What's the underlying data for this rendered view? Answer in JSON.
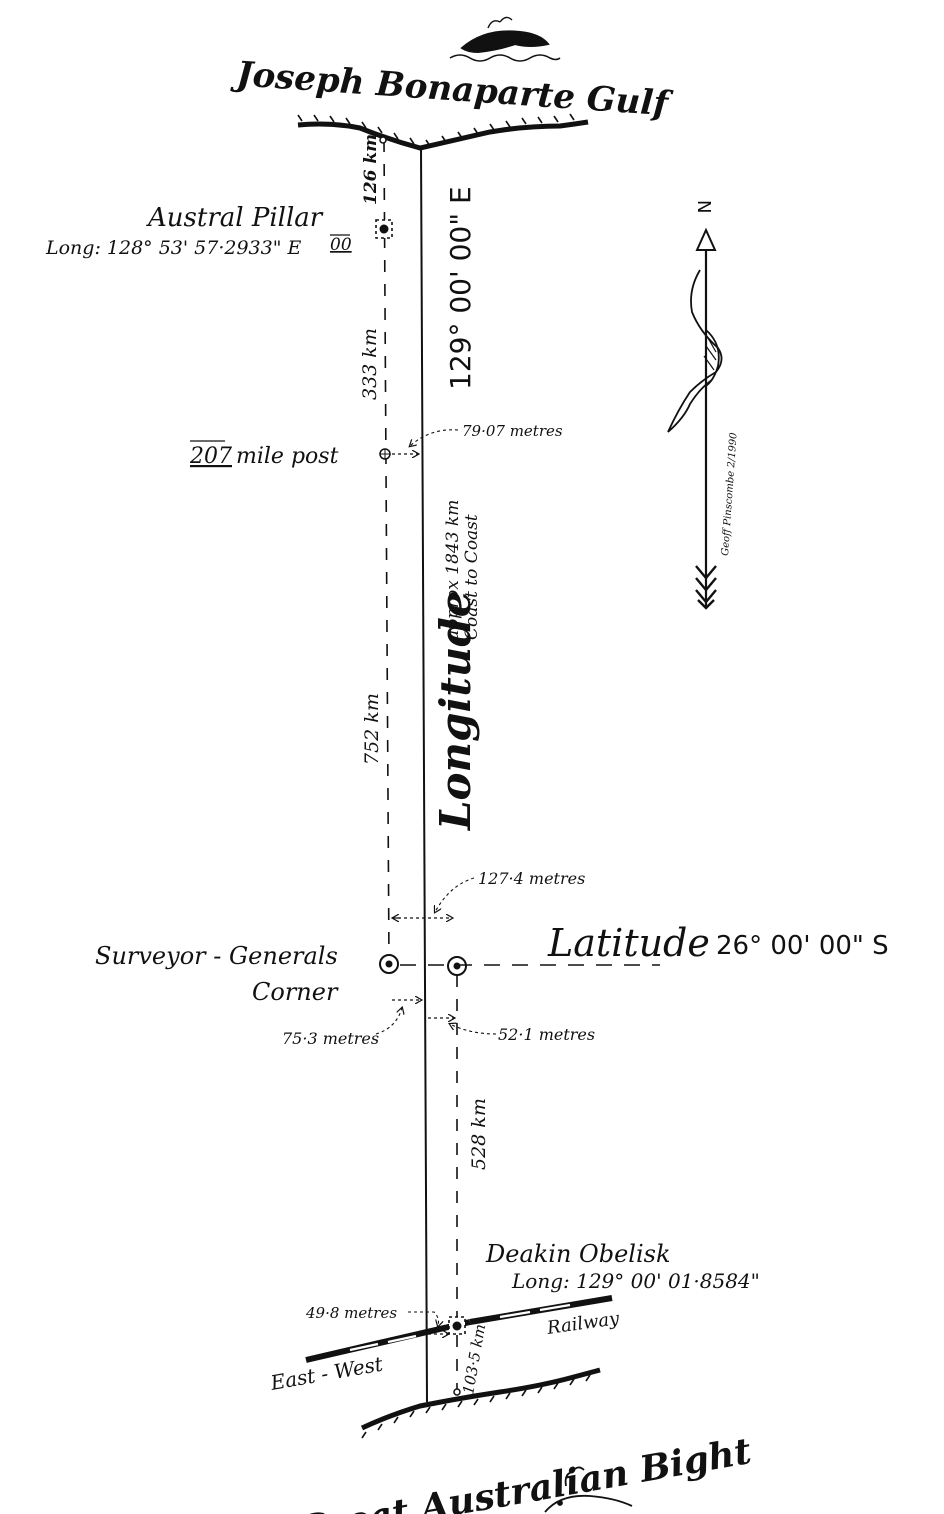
{
  "coasts": {
    "north": "Joseph Bonaparte Gulf",
    "south": "Great Australian Bight"
  },
  "austral_pillar": {
    "name": "Austral Pillar",
    "longitude": "Long: 128° 53' 57·2933\" E",
    "mark": "00"
  },
  "mile_post": {
    "number": "207",
    "label": "mile post"
  },
  "surveyor_generals_corner": {
    "line1": "Surveyor - Generals",
    "line2": "Corner"
  },
  "deakin_obelisk": {
    "name": "Deakin Obelisk",
    "longitude": "Long: 129° 00' 01·8584\""
  },
  "railway": {
    "left": "East - West",
    "right": "Railway"
  },
  "meridian": {
    "value": "129° 00' 00\" E",
    "word": "Longitude",
    "span_line1": "approx 1843 km",
    "span_line2": "Coast to Coast"
  },
  "parallel": {
    "word": "Latitude",
    "value": "26° 00' 00\" S"
  },
  "distances": {
    "d126": "126 km",
    "d333": "333 km",
    "d752": "752 km",
    "d528": "528 km",
    "d103": "103·5 km"
  },
  "offsets": {
    "o79": "79·07 metres",
    "o127": "127·4 metres",
    "o75": "75·3 metres",
    "o52": "52·1 metres",
    "o49": "49·8 metres"
  },
  "compass": {
    "north": "N",
    "credit": "Geoff Pinscombe 2/1990"
  }
}
